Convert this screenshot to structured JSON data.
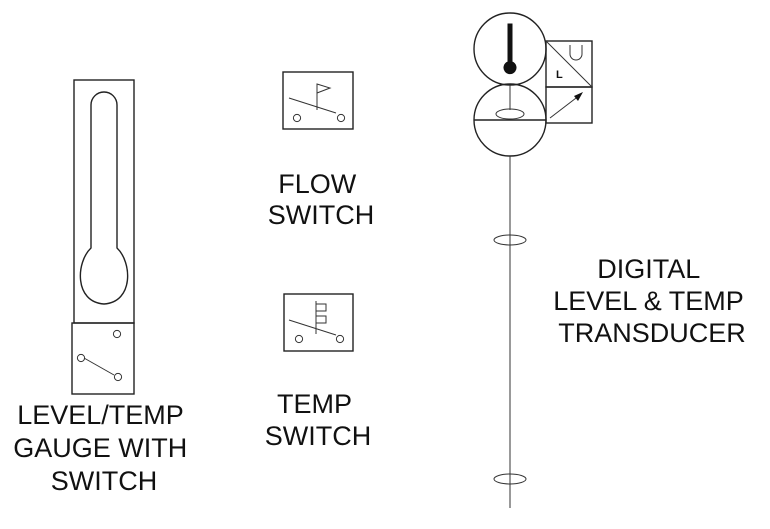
{
  "symbols": {
    "level_temp_gauge": {
      "label_lines": [
        "LEVEL/TEMP",
        "GAUGE WITH",
        "SWITCH"
      ]
    },
    "flow_switch": {
      "label_lines": [
        "FLOW",
        "SWITCH"
      ]
    },
    "temp_switch": {
      "label_lines": [
        "TEMP",
        "SWITCH"
      ]
    },
    "digital_transducer": {
      "label_lines": [
        "DIGITAL",
        "LEVEL & TEMP",
        "TRANSDUCER"
      ],
      "level_box_letter": "L"
    }
  },
  "colors": {
    "line": "#222222",
    "fill": "#111111",
    "background": "#ffffff"
  }
}
